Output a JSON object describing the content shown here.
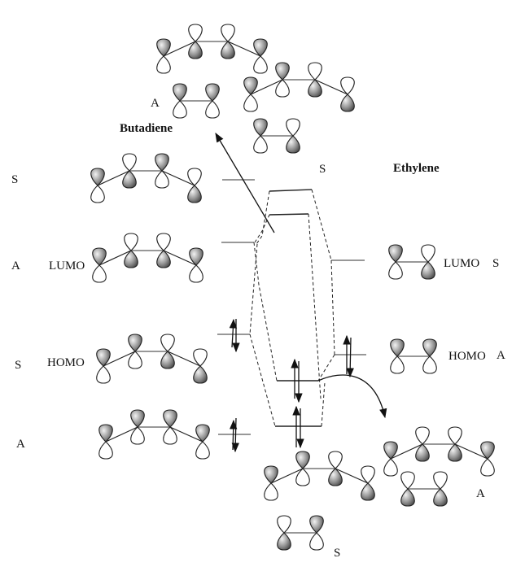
{
  "diagram": {
    "butadiene_title": "Butadiene",
    "ethylene_title": "Ethylene",
    "butadiene_levels": [
      {
        "symmetry": "S",
        "tag": "",
        "electrons": 0,
        "phases": [
          "+",
          "-",
          "+",
          "-"
        ]
      },
      {
        "symmetry": "A",
        "tag": "LUMO",
        "electrons": 0,
        "phases": [
          "+",
          "-",
          "-",
          "+"
        ]
      },
      {
        "symmetry": "S",
        "tag": "HOMO",
        "electrons": 2,
        "phases": [
          "+",
          "+",
          "-",
          "-"
        ]
      },
      {
        "symmetry": "A",
        "tag": "",
        "electrons": 2,
        "phases": [
          "+",
          "+",
          "+",
          "+"
        ]
      }
    ],
    "ethylene_levels": [
      {
        "symmetry": "S",
        "tag": "LUMO",
        "electrons": 0,
        "phases": [
          "+",
          "-"
        ]
      },
      {
        "symmetry": "A",
        "tag": "HOMO",
        "electrons": 2,
        "phases": [
          "+",
          "+"
        ]
      }
    ],
    "combined_orbitals": [
      {
        "symmetry": "A",
        "position": "top-left"
      },
      {
        "symmetry": "S",
        "position": "top-right"
      },
      {
        "symmetry": "A",
        "position": "bottom-right"
      },
      {
        "symmetry": "S",
        "position": "bottom-center"
      }
    ],
    "colors": {
      "line": "#222222",
      "level": "#777777",
      "lobe_shaded": "#6a6a6a"
    }
  }
}
